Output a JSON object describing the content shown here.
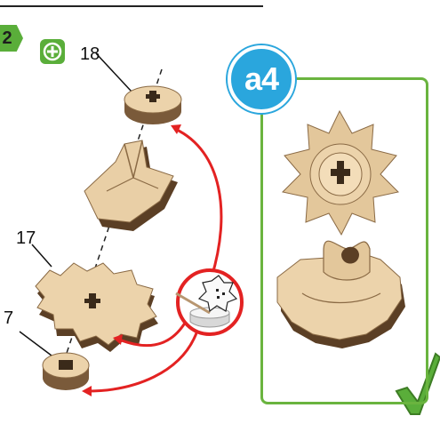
{
  "step": {
    "number": "2"
  },
  "parts": {
    "top_piece": "18",
    "gear": "17",
    "bottom_piece": "7"
  },
  "detail": {
    "label": "a4"
  },
  "colors": {
    "accent_green": "#5aae3a",
    "badge_blue": "#2aa6dd",
    "arrow_red": "#e32222",
    "wood": "#e9cfa6"
  },
  "icons": [
    "add-parts-icon",
    "checkmark-icon"
  ]
}
